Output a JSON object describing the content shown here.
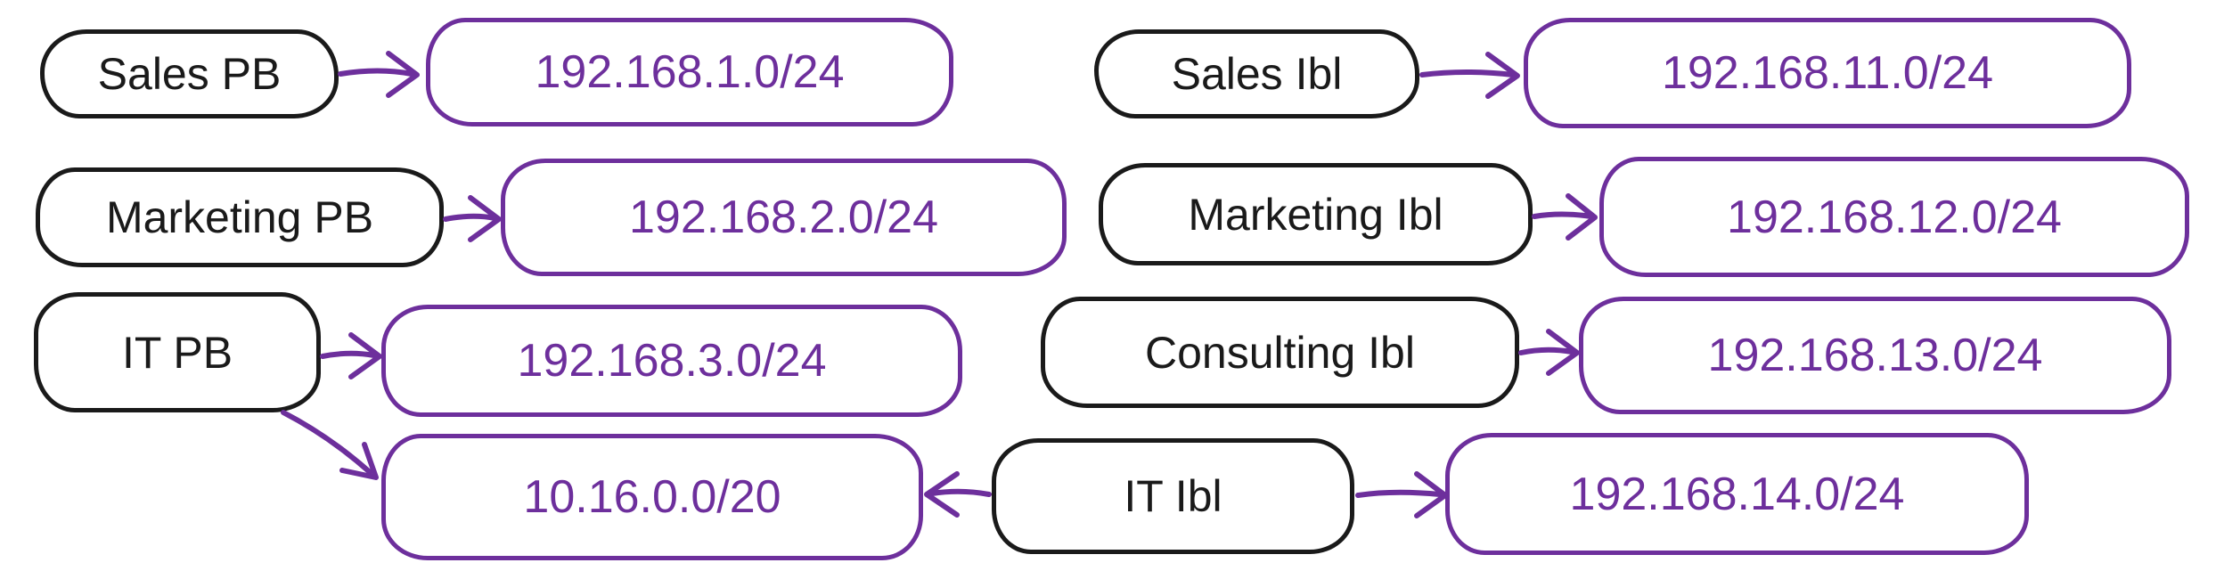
{
  "colors": {
    "node_outline_black": "#1a1a1a",
    "node_outline_purple": "#6d2f9c",
    "arrow_purple": "#6d2f9c",
    "background": "#ffffff"
  },
  "nodes": {
    "sales_pb": {
      "label": "Sales PB"
    },
    "marketing_pb": {
      "label": "Marketing PB"
    },
    "it_pb": {
      "label": "IT PB"
    },
    "sales_ibl": {
      "label": "Sales Ibl"
    },
    "marketing_ibl": {
      "label": "Marketing Ibl"
    },
    "consulting_ibl": {
      "label": "Consulting Ibl"
    },
    "it_ibl": {
      "label": "IT Ibl"
    },
    "subnet_1": {
      "label": "192.168.1.0/24"
    },
    "subnet_2": {
      "label": "192.168.2.0/24"
    },
    "subnet_3": {
      "label": "192.168.3.0/24"
    },
    "subnet_10_16": {
      "label": "10.16.0.0/20"
    },
    "subnet_11": {
      "label": "192.168.11.0/24"
    },
    "subnet_12": {
      "label": "192.168.12.0/24"
    },
    "subnet_13": {
      "label": "192.168.13.0/24"
    },
    "subnet_14": {
      "label": "192.168.14.0/24"
    }
  },
  "edges": [
    {
      "from": "Sales PB",
      "to": "192.168.1.0/24"
    },
    {
      "from": "Sales Ibl",
      "to": "192.168.11.0/24"
    },
    {
      "from": "Marketing PB",
      "to": "192.168.2.0/24"
    },
    {
      "from": "Marketing Ibl",
      "to": "192.168.12.0/24"
    },
    {
      "from": "IT PB",
      "to": "192.168.3.0/24"
    },
    {
      "from": "Consulting Ibl",
      "to": "192.168.13.0/24"
    },
    {
      "from": "IT PB",
      "to": "10.16.0.0/20"
    },
    {
      "from": "IT Ibl",
      "to": "10.16.0.0/20"
    },
    {
      "from": "IT Ibl",
      "to": "192.168.14.0/24"
    }
  ]
}
